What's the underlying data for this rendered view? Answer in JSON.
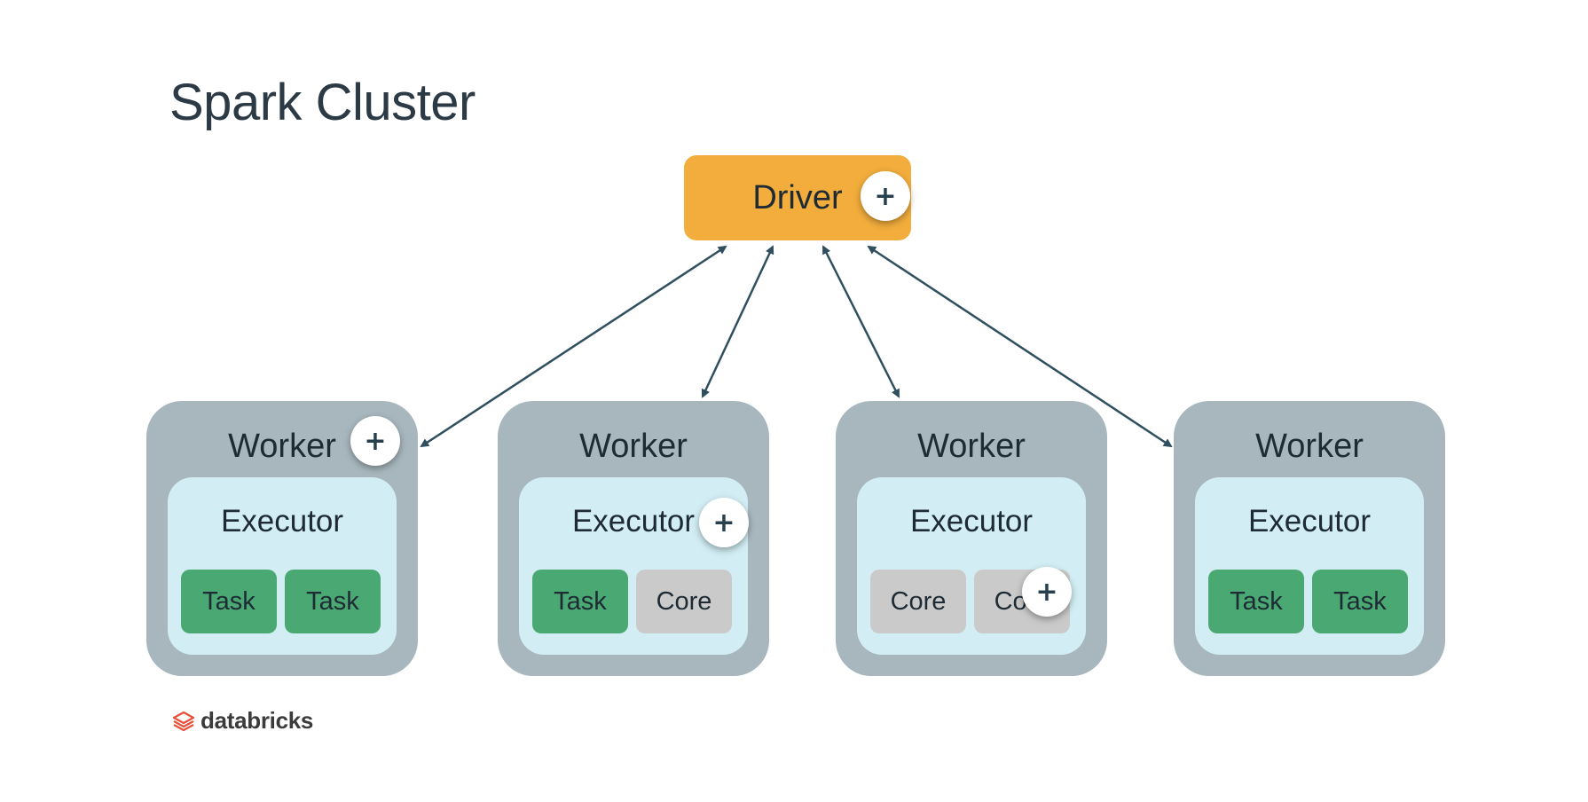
{
  "title": "Spark Cluster",
  "driver": {
    "label": "Driver"
  },
  "workers": [
    {
      "label": "Worker",
      "executor": "Executor",
      "slots": [
        "Task",
        "Task"
      ]
    },
    {
      "label": "Worker",
      "executor": "Executor",
      "slots": [
        "Task",
        "Core"
      ]
    },
    {
      "label": "Worker",
      "executor": "Executor",
      "slots": [
        "Core",
        "Core"
      ]
    },
    {
      "label": "Worker",
      "executor": "Executor",
      "slots": [
        "Task",
        "Task"
      ]
    }
  ],
  "hotspot": {
    "symbol": "+"
  },
  "logo": {
    "text": "databricks"
  },
  "colors": {
    "driver": "#f2ad3c",
    "worker": "#a7b7bd",
    "executor": "#d2eef4",
    "task": "#4aa873",
    "core": "#cacaca",
    "arrow": "#2f4f5f"
  }
}
